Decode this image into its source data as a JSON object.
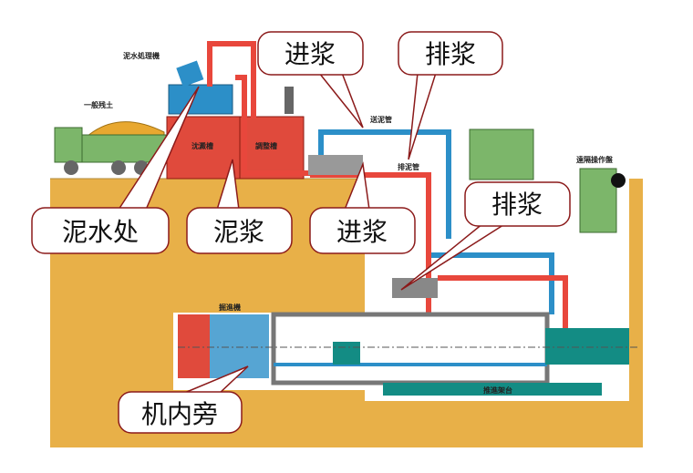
{
  "labels": {
    "treatment_machine": "泥水処理機",
    "soil": "一般残土",
    "settling_tank": "沈澱槽",
    "adjusting_tank": "調整槽",
    "feed_pipe": "送泥管",
    "discharge_pipe": "排泥管",
    "remote_panel": "遠隔操作盤",
    "tbm": "掘進機",
    "jacking_frame": "推進架台"
  },
  "callouts": {
    "feed_top": "进浆",
    "discharge_top": "排浆",
    "slurry_treatment": "泥水处",
    "slurry": "泥浆",
    "feed_mid": "进浆",
    "discharge_right": "排浆",
    "bypass": "机内旁"
  },
  "colors": {
    "ground": "#E8B048",
    "feed_pipe": "#2C8FC8",
    "discharge_pipe": "#E8473C",
    "tank": "#E04A3C",
    "callout_border": "#8B1A1A",
    "equipment": "#138C84"
  }
}
